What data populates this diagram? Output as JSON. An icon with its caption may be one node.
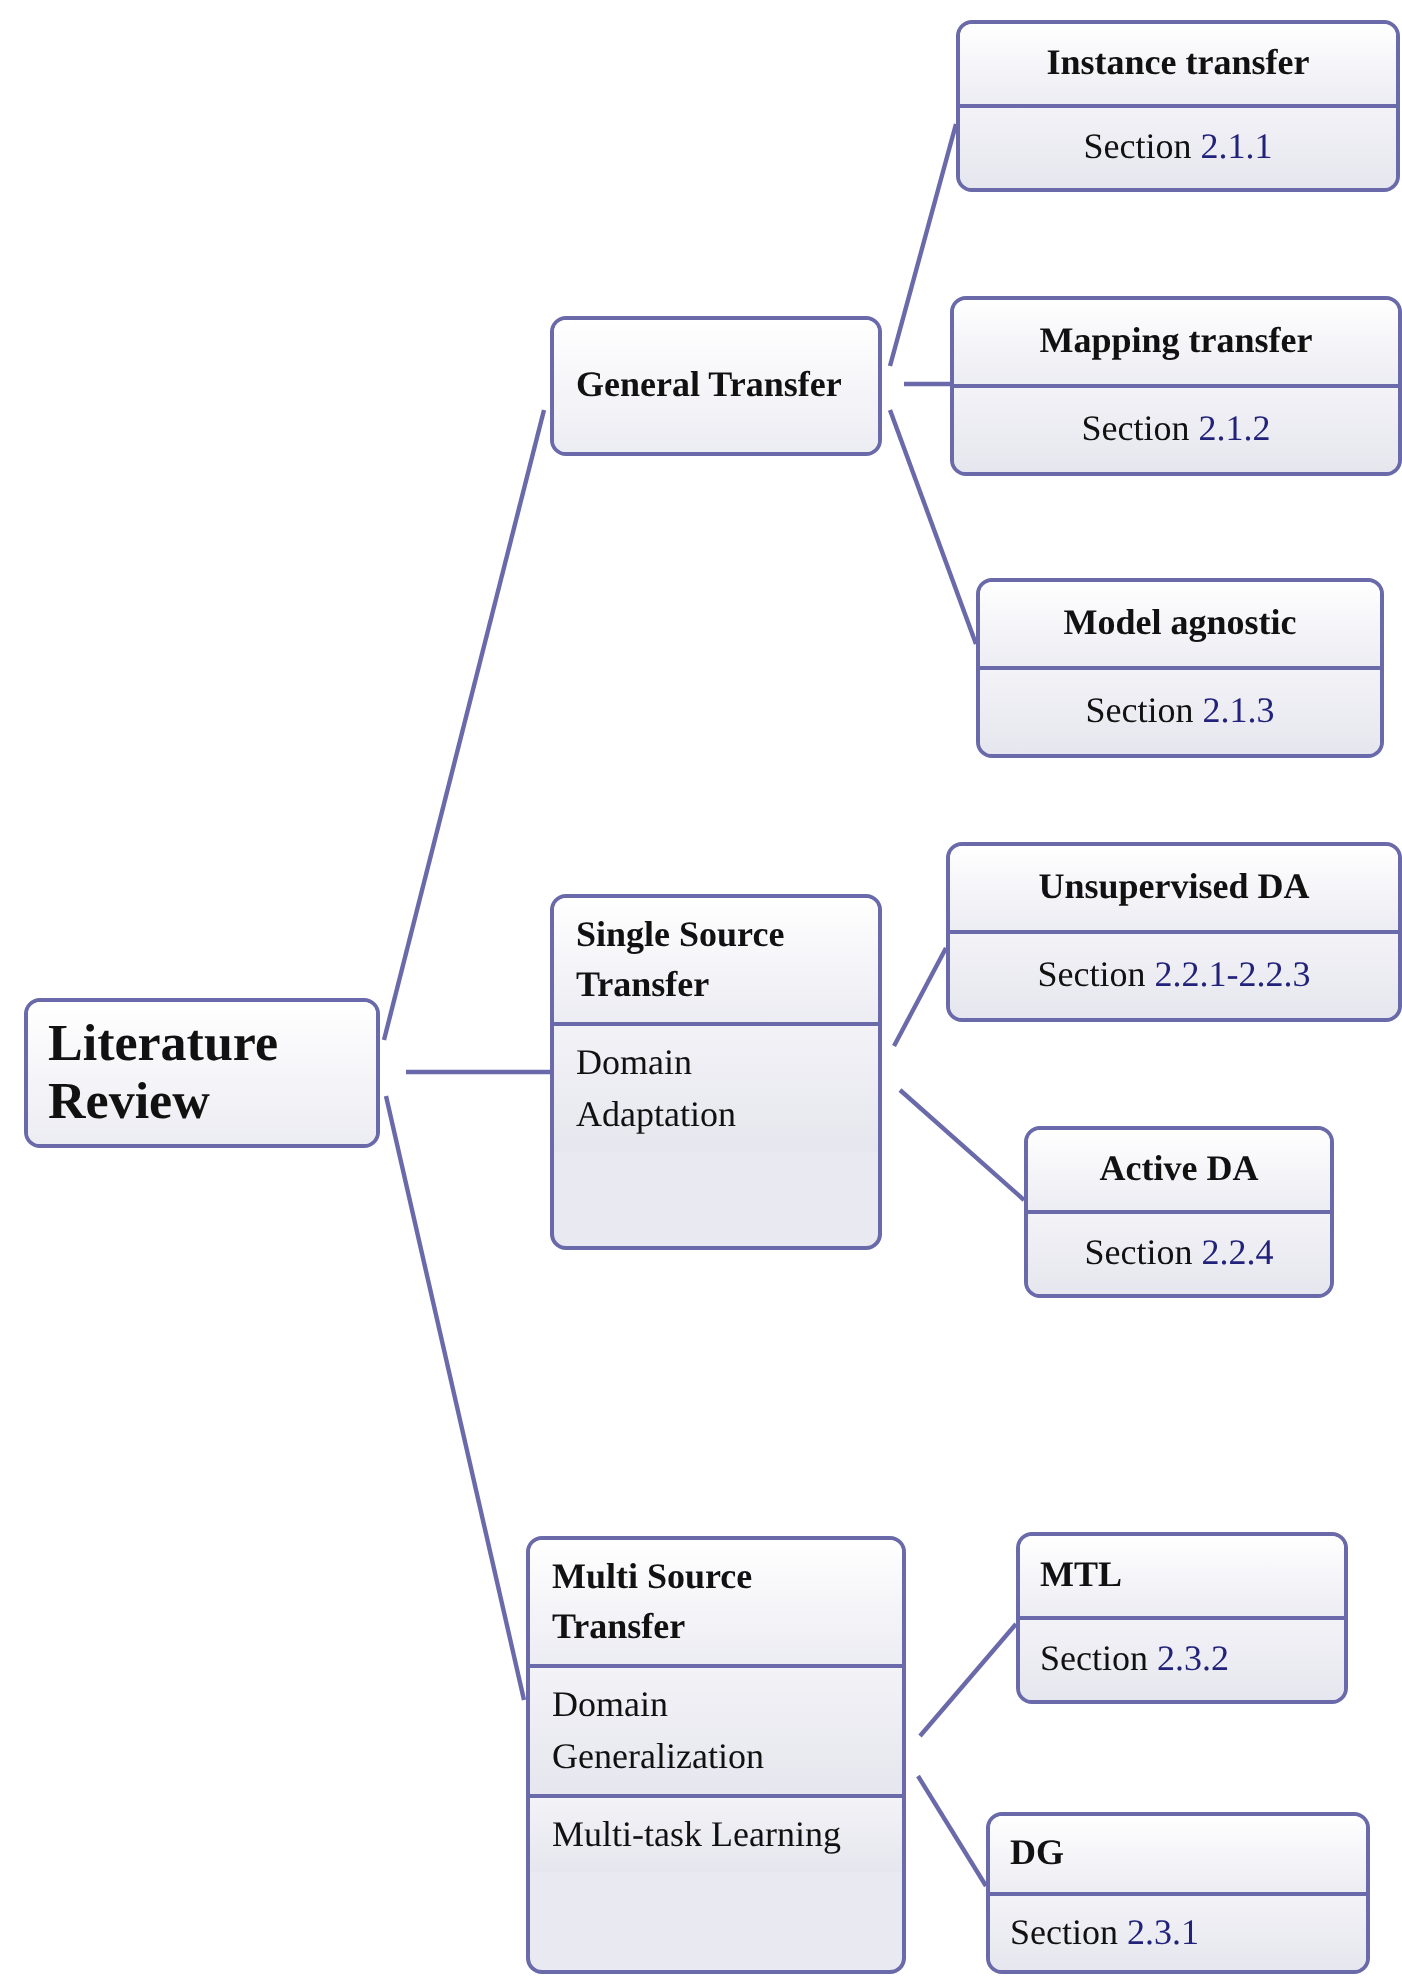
{
  "diagram": {
    "nodes": [
      {
        "text": [
          "Literature Review"
        ]
      },
      {
        "text": [
          "General Transfer"
        ]
      },
      {
        "text": [
          "Instance transfer",
          "Section 2.1.1"
        ]
      },
      {
        "text": [
          "Mapping transfer",
          "Section 2.1.2"
        ]
      },
      {
        "text": [
          "Model agnostic",
          "Section 2.1.3"
        ]
      },
      {
        "text": [
          "Single Source Transfer",
          "Domain Adaptation"
        ]
      },
      {
        "text": [
          "Unsupervised DA",
          "Section 2.2.1-2.2.3"
        ]
      },
      {
        "text": [
          "Active DA",
          "Section 2.2.4"
        ]
      },
      {
        "text": [
          "Multi Source Transfer",
          "Domain Generalization",
          "Multi-task Learning"
        ]
      },
      {
        "text": [
          "MTL",
          "Section 2.3.2"
        ]
      },
      {
        "text": [
          "DG",
          "Section 2.3.1"
        ]
      }
    ],
    "edges": [
      {
        "from": 0,
        "to": 1,
        "arrow": "none"
      },
      {
        "from": 0,
        "to": 5,
        "arrow": "none"
      },
      {
        "from": 0,
        "to": 8,
        "arrow": "none"
      },
      {
        "from": 1,
        "to": 2,
        "arrow": "none"
      },
      {
        "from": 1,
        "to": 3,
        "arrow": "none"
      },
      {
        "from": 1,
        "to": 4,
        "arrow": "none"
      },
      {
        "from": 5,
        "to": 6,
        "arrow": "none"
      },
      {
        "from": 5,
        "to": 7,
        "arrow": "none"
      },
      {
        "from": 8,
        "to": 9,
        "arrow": "none"
      },
      {
        "from": 8,
        "to": 10,
        "arrow": "none"
      }
    ]
  }
}
